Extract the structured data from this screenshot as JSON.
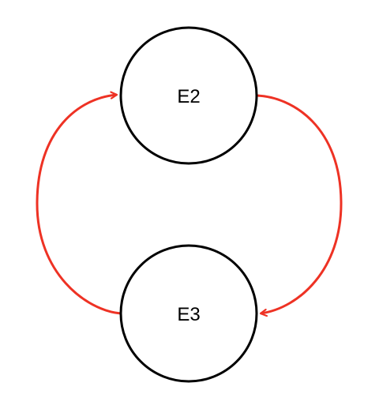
{
  "colors": {
    "node_stroke": "#000000",
    "node_fill": "#ffffff",
    "edge": "#ee3224",
    "background": "#ffffff"
  },
  "nodes": [
    {
      "id": "E2",
      "label": "E2"
    },
    {
      "id": "E3",
      "label": "E3"
    }
  ],
  "edges": [
    {
      "from": "E2",
      "to": "E3"
    },
    {
      "from": "E3",
      "to": "E2"
    }
  ]
}
